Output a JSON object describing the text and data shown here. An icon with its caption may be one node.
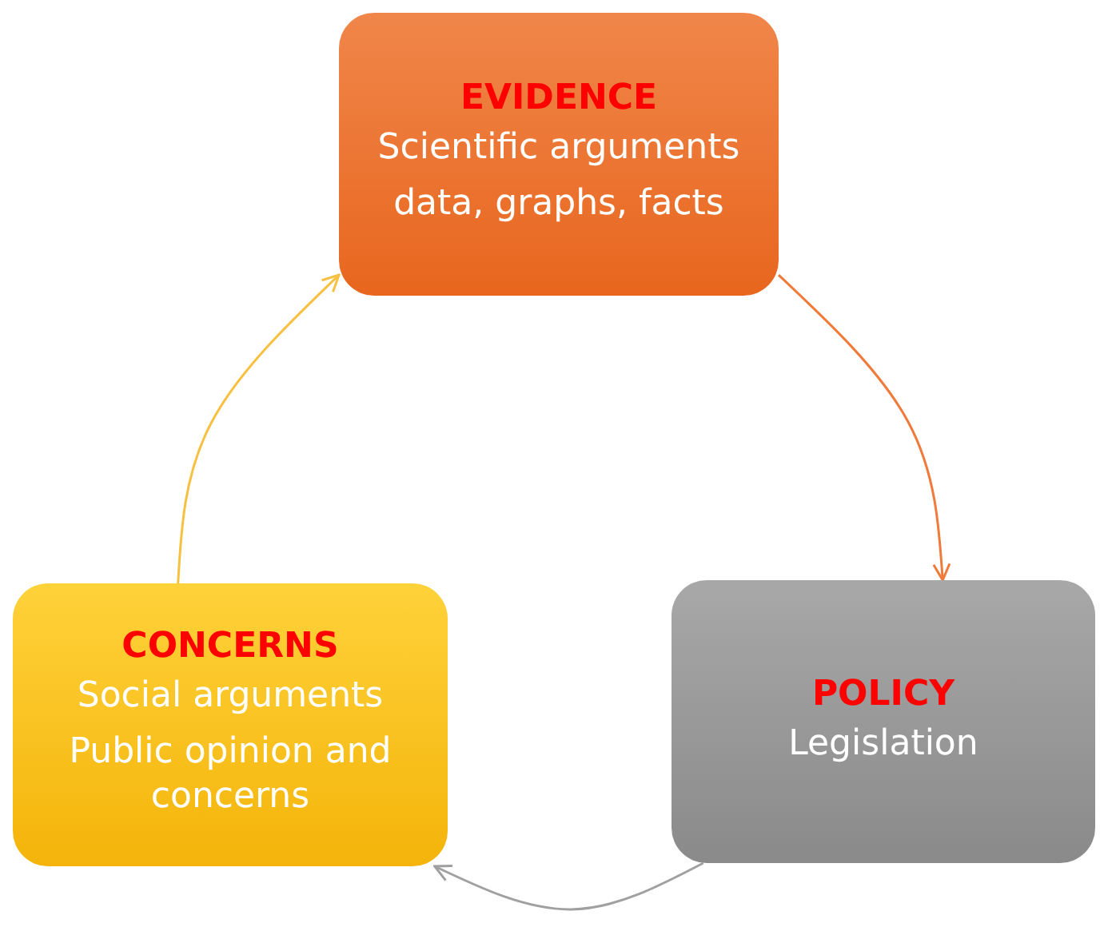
{
  "diagram": {
    "nodes": [
      {
        "text": [
          "EVIDENCE",
          "Scientific arguments",
          "data, graphs, facts"
        ]
      },
      {
        "text": [
          "POLICY",
          "Legislation"
        ]
      },
      {
        "text": [
          "CONCERNS",
          "Social arguments",
          "Public opinion and concerns"
        ]
      }
    ],
    "edges": [
      {
        "from": 0,
        "to": 1,
        "arrow": "to",
        "color": "#f07a3a"
      },
      {
        "from": 1,
        "to": 2,
        "arrow": "to",
        "color": "#a0a0a0"
      },
      {
        "from": 2,
        "to": 0,
        "arrow": "to",
        "color": "#f8c040"
      }
    ]
  }
}
